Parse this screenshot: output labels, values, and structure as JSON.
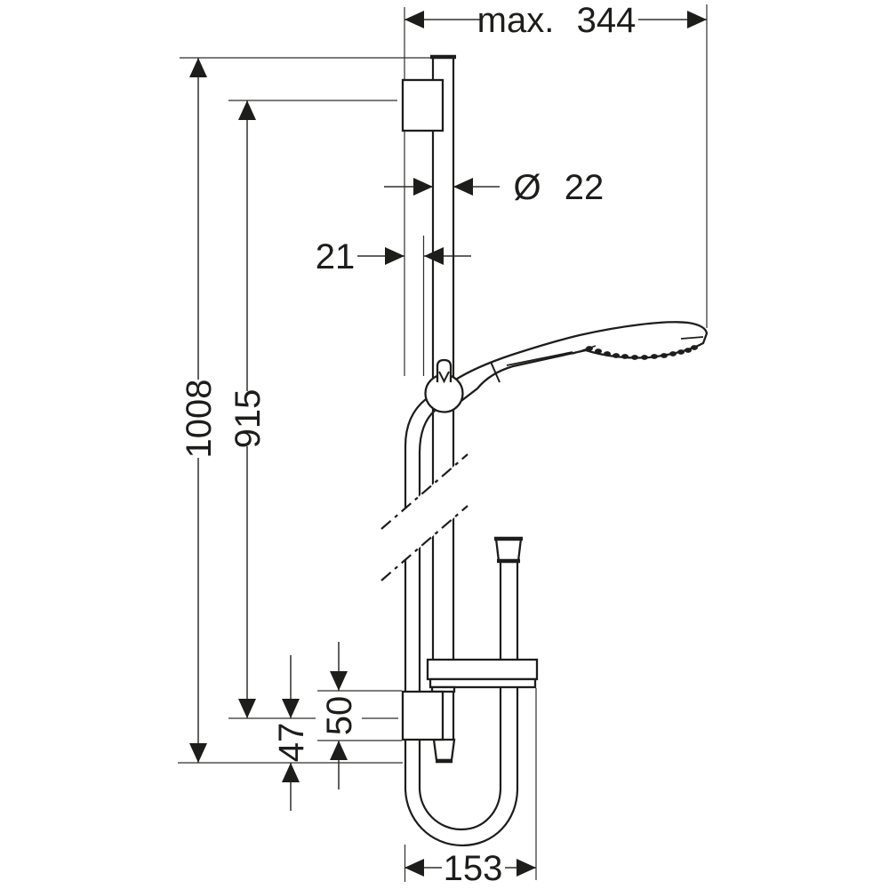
{
  "colors": {
    "ink": "#1d1d1b",
    "background": "#ffffff"
  },
  "dimensions": {
    "max_projection_prefix": "max.",
    "max_projection_value": "344",
    "bar_diameter_symbol": "Ø",
    "bar_diameter_value": "22",
    "wall_offset_value": "21",
    "overall_height_value": "1008",
    "bracket_spacing_value": "915",
    "bracket_height_value": "50",
    "lower_offset_value": "47",
    "bottom_projection_value": "153"
  }
}
